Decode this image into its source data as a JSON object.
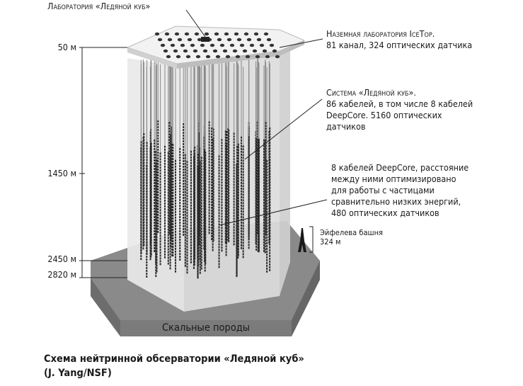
{
  "header": {
    "lab_title": "Лаборатория «Ледяной куб»"
  },
  "depths": [
    {
      "value": "50 м"
    },
    {
      "value": "1450 м"
    },
    {
      "value": "2450 м"
    },
    {
      "value": "2820 м"
    }
  ],
  "annotations": {
    "icetop": {
      "line1": "Наземная лаборатория IceTop.",
      "line2": "81 канал, 324 оптических датчика"
    },
    "icecube": {
      "line1": "Система «Ледяной куб».",
      "line2": "86 кабелей, в том числе 8 кабелей",
      "line3": "DeepCore. 5160 оптических",
      "line4": "датчиков"
    },
    "deepcore": {
      "line1": "8 кабелей DeepCore, расстояние",
      "line2": "между ними оптимизировано",
      "line3": "для работы с частицами",
      "line4": "сравнительно низких энергий,",
      "line5": "480 оптических датчиков"
    },
    "eiffel": {
      "line1": "Эйфелева башня",
      "line2": "324 м"
    }
  },
  "rock_label": "Скальные породы",
  "caption": {
    "line1": "Схема нейтринной обсерватории «Ледяной куб»",
    "line2": "(J. Yang/NSF)"
  }
}
